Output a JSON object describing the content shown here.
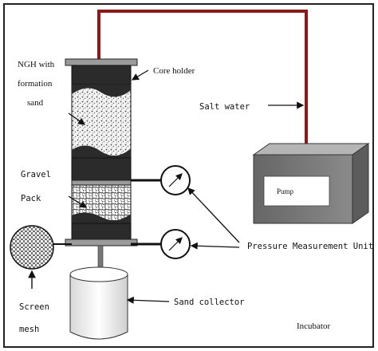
{
  "labels": {
    "ngh_line1": "NGH with",
    "ngh_line2": "formation",
    "ngh_line3": "sand",
    "core_holder": "Core holder",
    "salt_water": "Salt water",
    "gravel": "Gravel",
    "pack": "Pack",
    "pump": "Pump",
    "pressure_unit": "Pressure Measurement Unit",
    "screen": "Screen",
    "mesh": "mesh",
    "sand_collector": "Sand collector",
    "incubator": "Incubator"
  },
  "colors": {
    "pipe": "#8b1a1a",
    "holder_dark": "#2b2b2b",
    "pump_box": "#7a7a7a"
  }
}
